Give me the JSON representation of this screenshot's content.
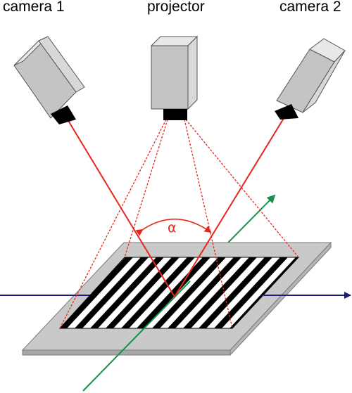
{
  "labels": {
    "camera1": "camera 1",
    "projector": "projector",
    "camera2": "camera 2",
    "angle": "α"
  },
  "colors": {
    "beam": "#e8251b",
    "axis_blue": "#1e1b7e",
    "axis_green": "#14924a",
    "plate": "#c9c9c9",
    "device_body": "#c4c4c4",
    "stripe_dark": "#000000"
  }
}
